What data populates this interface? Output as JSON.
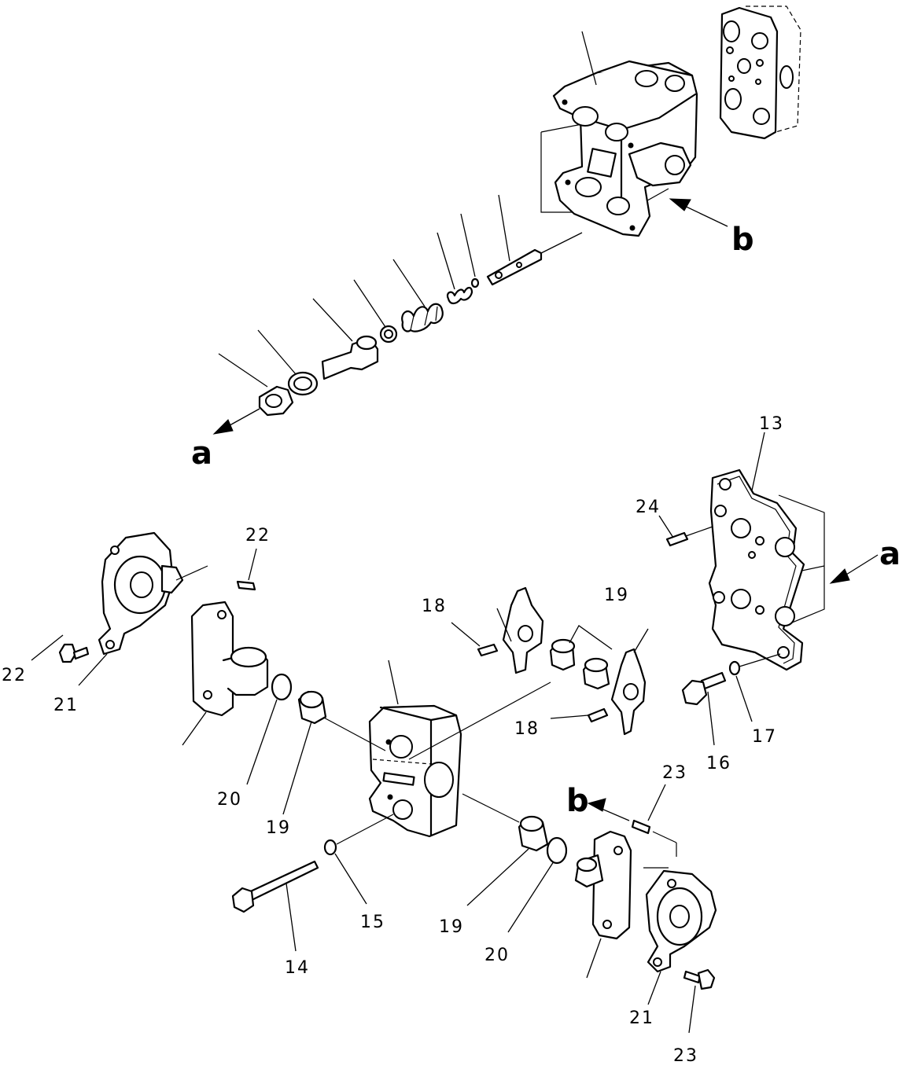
{
  "callouts": [
    {
      "id": "c13",
      "text": "13"
    },
    {
      "id": "c14",
      "text": "14"
    },
    {
      "id": "c15",
      "text": "15"
    },
    {
      "id": "c16",
      "text": "16"
    },
    {
      "id": "c17",
      "text": "17"
    },
    {
      "id": "c18a",
      "text": "18"
    },
    {
      "id": "c18b",
      "text": "18"
    },
    {
      "id": "c19a",
      "text": "19"
    },
    {
      "id": "c19b",
      "text": "19"
    },
    {
      "id": "c19c",
      "text": "19"
    },
    {
      "id": "c20a",
      "text": "20"
    },
    {
      "id": "c20b",
      "text": "20"
    },
    {
      "id": "c21a",
      "text": "21"
    },
    {
      "id": "c21b",
      "text": "21"
    },
    {
      "id": "c22a",
      "text": "22"
    },
    {
      "id": "c22b",
      "text": "22"
    },
    {
      "id": "c23a",
      "text": "23"
    },
    {
      "id": "c23b",
      "text": "23"
    },
    {
      "id": "c24",
      "text": "24"
    }
  ],
  "refs": {
    "a": "a",
    "b": "b"
  }
}
